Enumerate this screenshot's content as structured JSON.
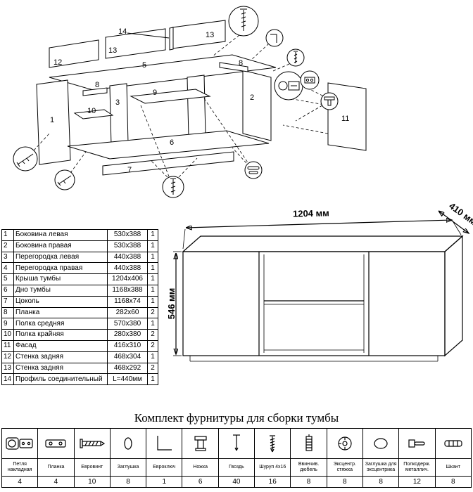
{
  "diagram": {
    "labels": [
      "14",
      "13",
      "12",
      "5",
      "13",
      "8",
      "3",
      "9",
      "10",
      "1",
      "2",
      "8",
      "6",
      "7",
      "11"
    ]
  },
  "dimension_drawing": {
    "width_label": "1204 мм",
    "depth_label": "410 мм",
    "height_label": "546 мм"
  },
  "parts_table": {
    "rows": [
      {
        "num": "1",
        "name": "Боковина левая",
        "size": "530x388",
        "qty": "1"
      },
      {
        "num": "2",
        "name": "Боковина правая",
        "size": "530x388",
        "qty": "1"
      },
      {
        "num": "3",
        "name": "Перегородка левая",
        "size": "440x388",
        "qty": "1"
      },
      {
        "num": "4",
        "name": "Перегородка правая",
        "size": "440x388",
        "qty": "1"
      },
      {
        "num": "5",
        "name": "Крыша тумбы",
        "size": "1204x406",
        "qty": "1"
      },
      {
        "num": "6",
        "name": "Дно тумбы",
        "size": "1168x388",
        "qty": "1"
      },
      {
        "num": "7",
        "name": "Цоколь",
        "size": "1168x74",
        "qty": "1"
      },
      {
        "num": "8",
        "name": "Планка",
        "size": "282x60",
        "qty": "2"
      },
      {
        "num": "9",
        "name": "Полка средняя",
        "size": "570x380",
        "qty": "1"
      },
      {
        "num": "10",
        "name": "Полка крайняя",
        "size": "280x380",
        "qty": "2"
      },
      {
        "num": "11",
        "name": "Фасад",
        "size": "416x310",
        "qty": "2"
      },
      {
        "num": "12",
        "name": "Стенка задняя",
        "size": "468x304",
        "qty": "1"
      },
      {
        "num": "13",
        "name": "Стенка задняя",
        "size": "468x292",
        "qty": "2"
      },
      {
        "num": "14",
        "name": "Профиль соединительный",
        "size": "L=440мм",
        "qty": "1"
      }
    ]
  },
  "hardware": {
    "title": "Комплект фурнитуры для сборки тумбы",
    "items": [
      {
        "name": "Петля накладная",
        "qty": "4"
      },
      {
        "name": "Планка",
        "qty": "4"
      },
      {
        "name": "Евровинт",
        "qty": "10"
      },
      {
        "name": "Заглушка",
        "qty": "8"
      },
      {
        "name": "Евроключ",
        "qty": "1"
      },
      {
        "name": "Ножка",
        "qty": "6"
      },
      {
        "name": "Гвоздь",
        "qty": "40"
      },
      {
        "name": "Шуруп 4x16",
        "qty": "16"
      },
      {
        "name": "Ввинчив. дюбель",
        "qty": "8"
      },
      {
        "name": "Эксцентр. стяжка",
        "qty": "8"
      },
      {
        "name": "Заглушка для эксцентрика",
        "qty": "8"
      },
      {
        "name": "Полкодерж. металлич.",
        "qty": "12"
      },
      {
        "name": "Шкант",
        "qty": "8"
      }
    ]
  }
}
